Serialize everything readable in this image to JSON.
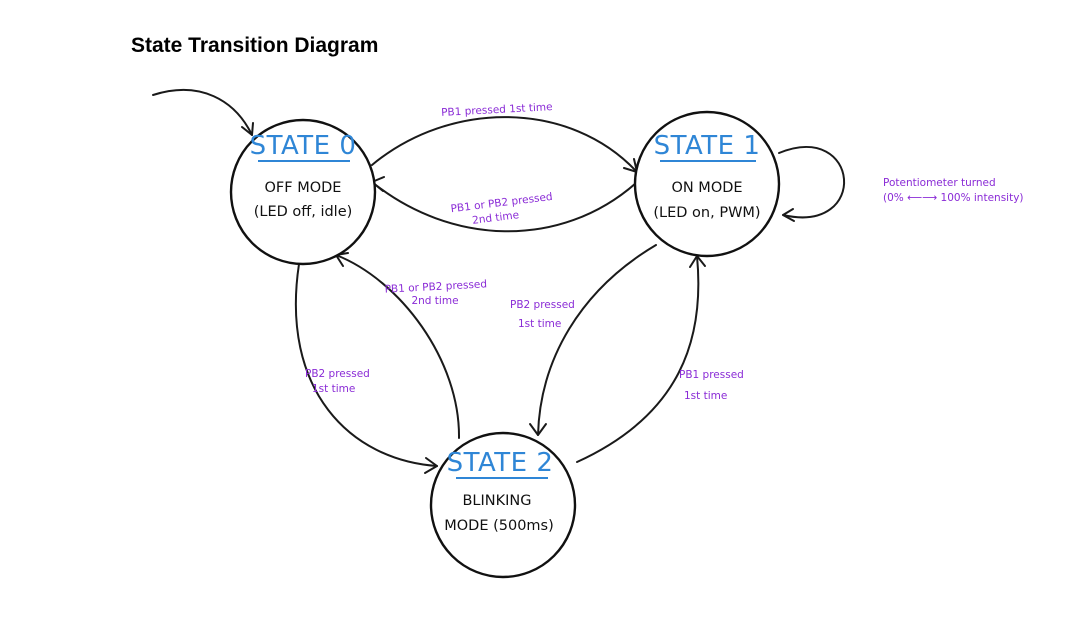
{
  "title": "State Transition Diagram",
  "colors": {
    "state_name": "#2f86d6",
    "edge_label": "#8a2bd6",
    "stroke": "#111111"
  },
  "states": {
    "s0": {
      "name": "STATE 0",
      "line1": "OFF MODE",
      "line2": "(LED off, idle)"
    },
    "s1": {
      "name": "STATE 1",
      "line1": "ON MODE",
      "line2": "(LED on, PWM)"
    },
    "s2": {
      "name": "STATE 2",
      "line1": "BLINKING",
      "line2": "MODE (500ms)"
    }
  },
  "transitions": {
    "s0_to_s1": [
      "PB1 pressed 1st time"
    ],
    "s1_to_s0": [
      "PB1 or PB2 pressed",
      "2nd time"
    ],
    "s1_self": [
      "Potentiometer turned",
      "(0% ⟵⟶ 100% intensity)"
    ],
    "s2_to_s0": [
      "PB1 or PB2 pressed",
      "2nd time"
    ],
    "s0_to_s2": [
      "PB2 pressed",
      "1st time"
    ],
    "s1_to_s2": [
      "PB2 pressed",
      "1st time"
    ],
    "s2_to_s1": [
      "PB1 pressed",
      "1st time"
    ]
  }
}
